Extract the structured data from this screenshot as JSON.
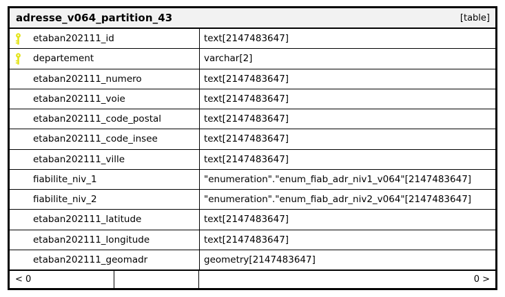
{
  "node": {
    "title": "adresse_v064_partition_43",
    "kind": "[table]",
    "colors": {
      "header_background": "#f2f2f2",
      "border": "#000000",
      "body_background": "#ffffff",
      "key_icon": "#e4e41b"
    },
    "columns": [
      {
        "name": "etaban202111_id",
        "type": "text[2147483647]",
        "key": true,
        "key_icon": "key-icon"
      },
      {
        "name": "departement",
        "type": "varchar[2]",
        "key": true,
        "key_icon": "key-icon"
      },
      {
        "name": "etaban202111_numero",
        "type": "text[2147483647]",
        "key": false
      },
      {
        "name": "etaban202111_voie",
        "type": "text[2147483647]",
        "key": false
      },
      {
        "name": "etaban202111_code_postal",
        "type": "text[2147483647]",
        "key": false
      },
      {
        "name": "etaban202111_code_insee",
        "type": "text[2147483647]",
        "key": false
      },
      {
        "name": "etaban202111_ville",
        "type": "text[2147483647]",
        "key": false
      },
      {
        "name": "fiabilite_niv_1",
        "type": "\"enumeration\".\"enum_fiab_adr_niv1_v064\"[2147483647]",
        "key": false
      },
      {
        "name": "fiabilite_niv_2",
        "type": "\"enumeration\".\"enum_fiab_adr_niv2_v064\"[2147483647]",
        "key": false
      },
      {
        "name": "etaban202111_latitude",
        "type": "text[2147483647]",
        "key": false
      },
      {
        "name": "etaban202111_longitude",
        "type": "text[2147483647]",
        "key": false
      },
      {
        "name": "etaban202111_geomadr",
        "type": "geometry[2147483647]",
        "key": false
      }
    ],
    "footer": {
      "prev_label": "< 0",
      "next_label": "0 >"
    }
  }
}
